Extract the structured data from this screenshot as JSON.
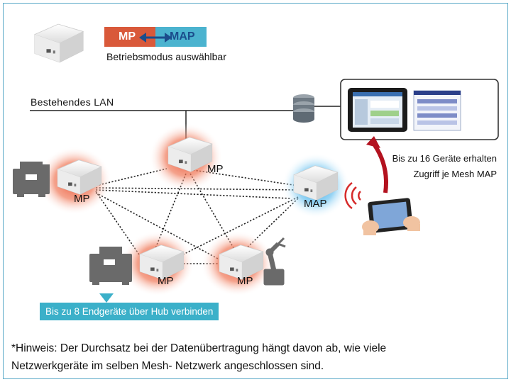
{
  "mode_switch": {
    "left_label": "MP",
    "right_label": "MAP",
    "caption": "Betriebsmodus auswählbar"
  },
  "network": {
    "lan_label": "Bestehendes  LAN",
    "nodes": [
      {
        "label": "MP",
        "glow": "red"
      },
      {
        "label": "MP",
        "glow": "red"
      },
      {
        "label": "MAP",
        "glow": "blue"
      },
      {
        "label": "MP",
        "glow": "red"
      },
      {
        "label": "MP",
        "glow": "red"
      }
    ]
  },
  "tablet_caption": {
    "line1": "Bis zu 16 Geräte erhalten",
    "line2": "Zugriff je Mesh MAP"
  },
  "hub_banner": "Bis zu 8 Endgeräte über Hub verbinden",
  "note": {
    "line1": "*Hinweis: Der Durchsatz bei der Datenübertragung hängt davon ab, wie viele",
    "line2": "Netzwerkgeräte im selben Mesh- Netzwerk angeschlossen sind."
  },
  "colors": {
    "mp_accent": "#d9593a",
    "map_accent": "#4bb3cf",
    "frame": "#5aa9c8",
    "arrow": "#b3121f",
    "banner": "#3bb0c9"
  }
}
